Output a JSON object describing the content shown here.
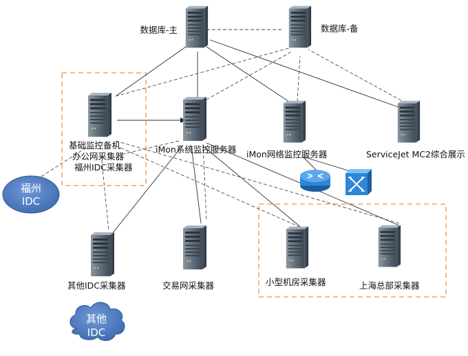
{
  "nodes": {
    "db_primary": {
      "label": "数据库-主"
    },
    "db_backup": {
      "label": "数据库-备"
    },
    "base_monitor": {
      "label_lines": [
        "基础监控备机",
        "办公网采集器",
        "福州IDC采集器"
      ]
    },
    "imon_system": {
      "label": "iMon系统监控服务器"
    },
    "imon_network": {
      "label": "iMon网络监控服务器"
    },
    "servicejet": {
      "label": "ServiceJet MC2综合展示"
    },
    "other_idc": {
      "label": "其他IDC采集器"
    },
    "trade_net": {
      "label": "交易网采集器"
    },
    "small_room": {
      "label": "小型机房采集器"
    },
    "shanghai_hq": {
      "label": "上海总部采集器"
    }
  },
  "clouds": {
    "fuzhou": {
      "label_lines": [
        "福州",
        "IDC"
      ],
      "color": "#4f7fc4"
    },
    "other": {
      "label_lines": [
        "其他",
        "IDC"
      ],
      "color": "#4f7fc4"
    }
  },
  "network_devices": {
    "router": {
      "icon": "router-icon",
      "color": "#2e86d6"
    },
    "switch": {
      "icon": "switch-icon",
      "color": "#2e86d6"
    }
  },
  "style": {
    "server_body": "#5d6b79",
    "group_border": "#f4a460"
  }
}
